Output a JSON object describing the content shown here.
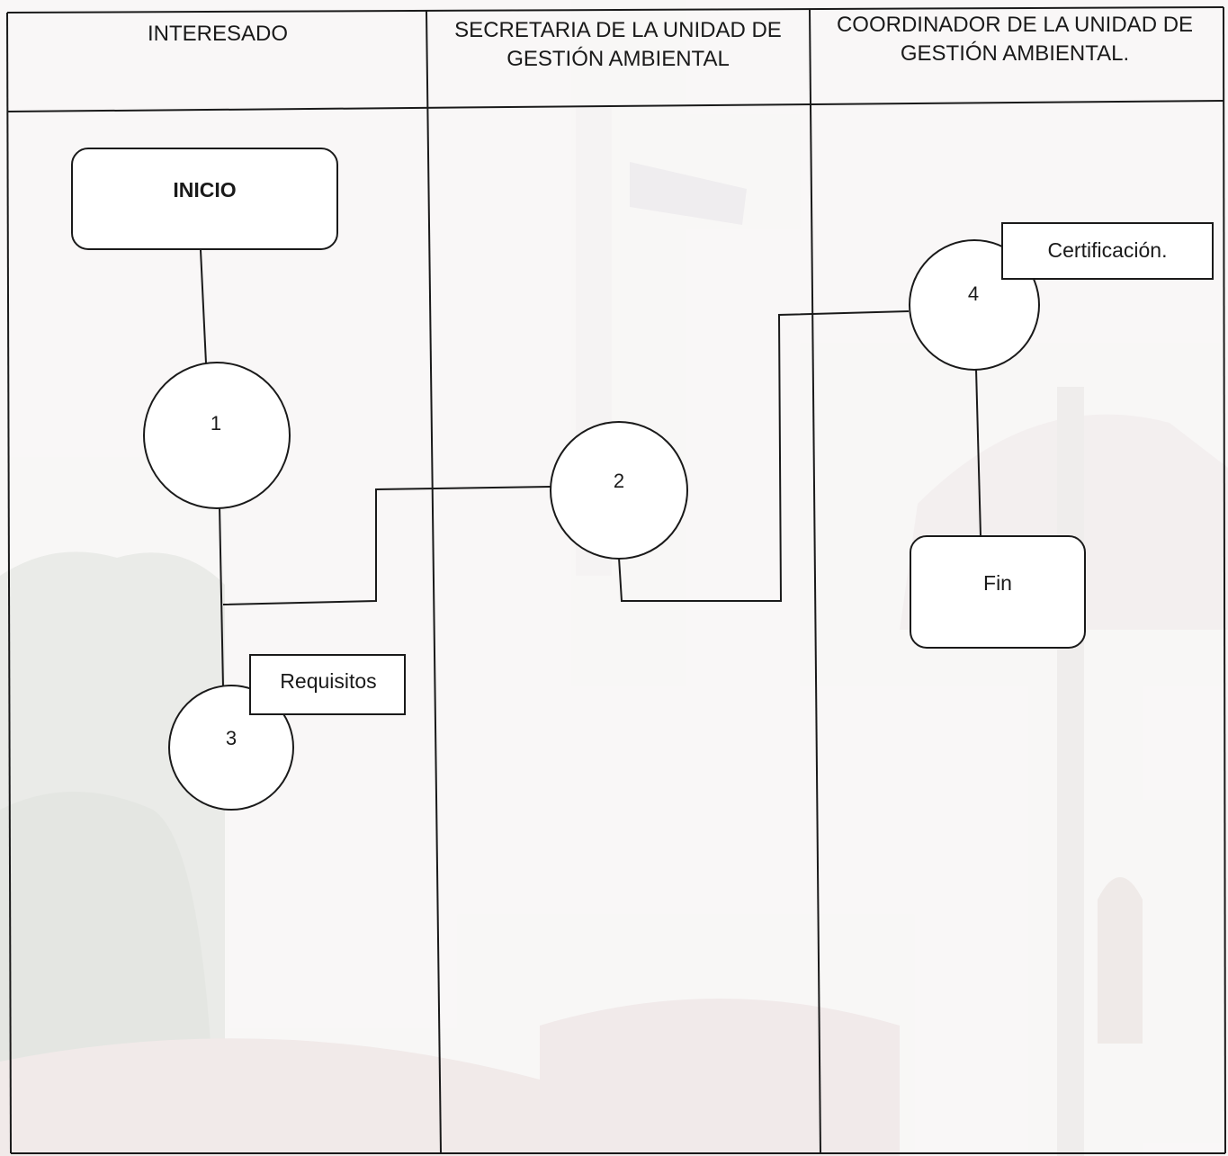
{
  "lanes": {
    "lane1": {
      "title": "INTERESADO"
    },
    "lane2": {
      "title": "SECRETARIA DE LA UNIDAD DE GESTIÓN AMBIENTAL"
    },
    "lane3": {
      "title": "COORDINADOR DE LA UNIDAD DE GESTIÓN AMBIENTAL."
    }
  },
  "nodes": {
    "start": {
      "label": "INICIO"
    },
    "step1": {
      "label": "1"
    },
    "step2": {
      "label": "2"
    },
    "step3": {
      "label": "3"
    },
    "step4": {
      "label": "4"
    },
    "end": {
      "label": "Fin"
    }
  },
  "notes": {
    "requisitos": "Requisitos",
    "certificacion": "Certificación."
  },
  "colors": {
    "line": "#1a1a1a",
    "background": "#ffffff",
    "faded_photo_tint": "#e9e4e2"
  }
}
